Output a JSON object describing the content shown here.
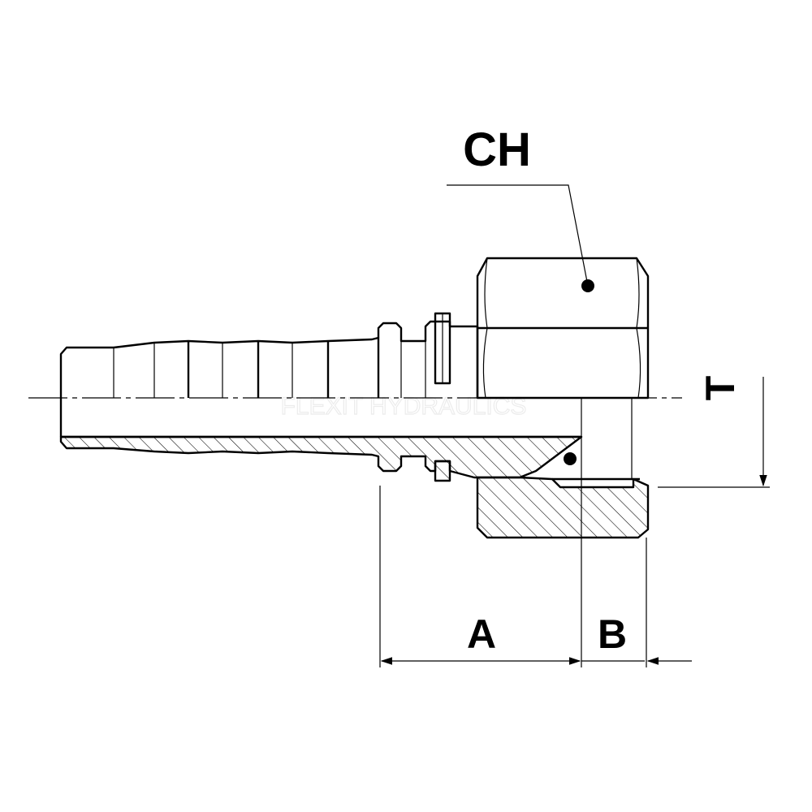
{
  "labels": {
    "ch": "CH",
    "a": "A",
    "b": "B",
    "t": "T"
  },
  "watermark": "FLEXIT HYDRAULICS"
}
